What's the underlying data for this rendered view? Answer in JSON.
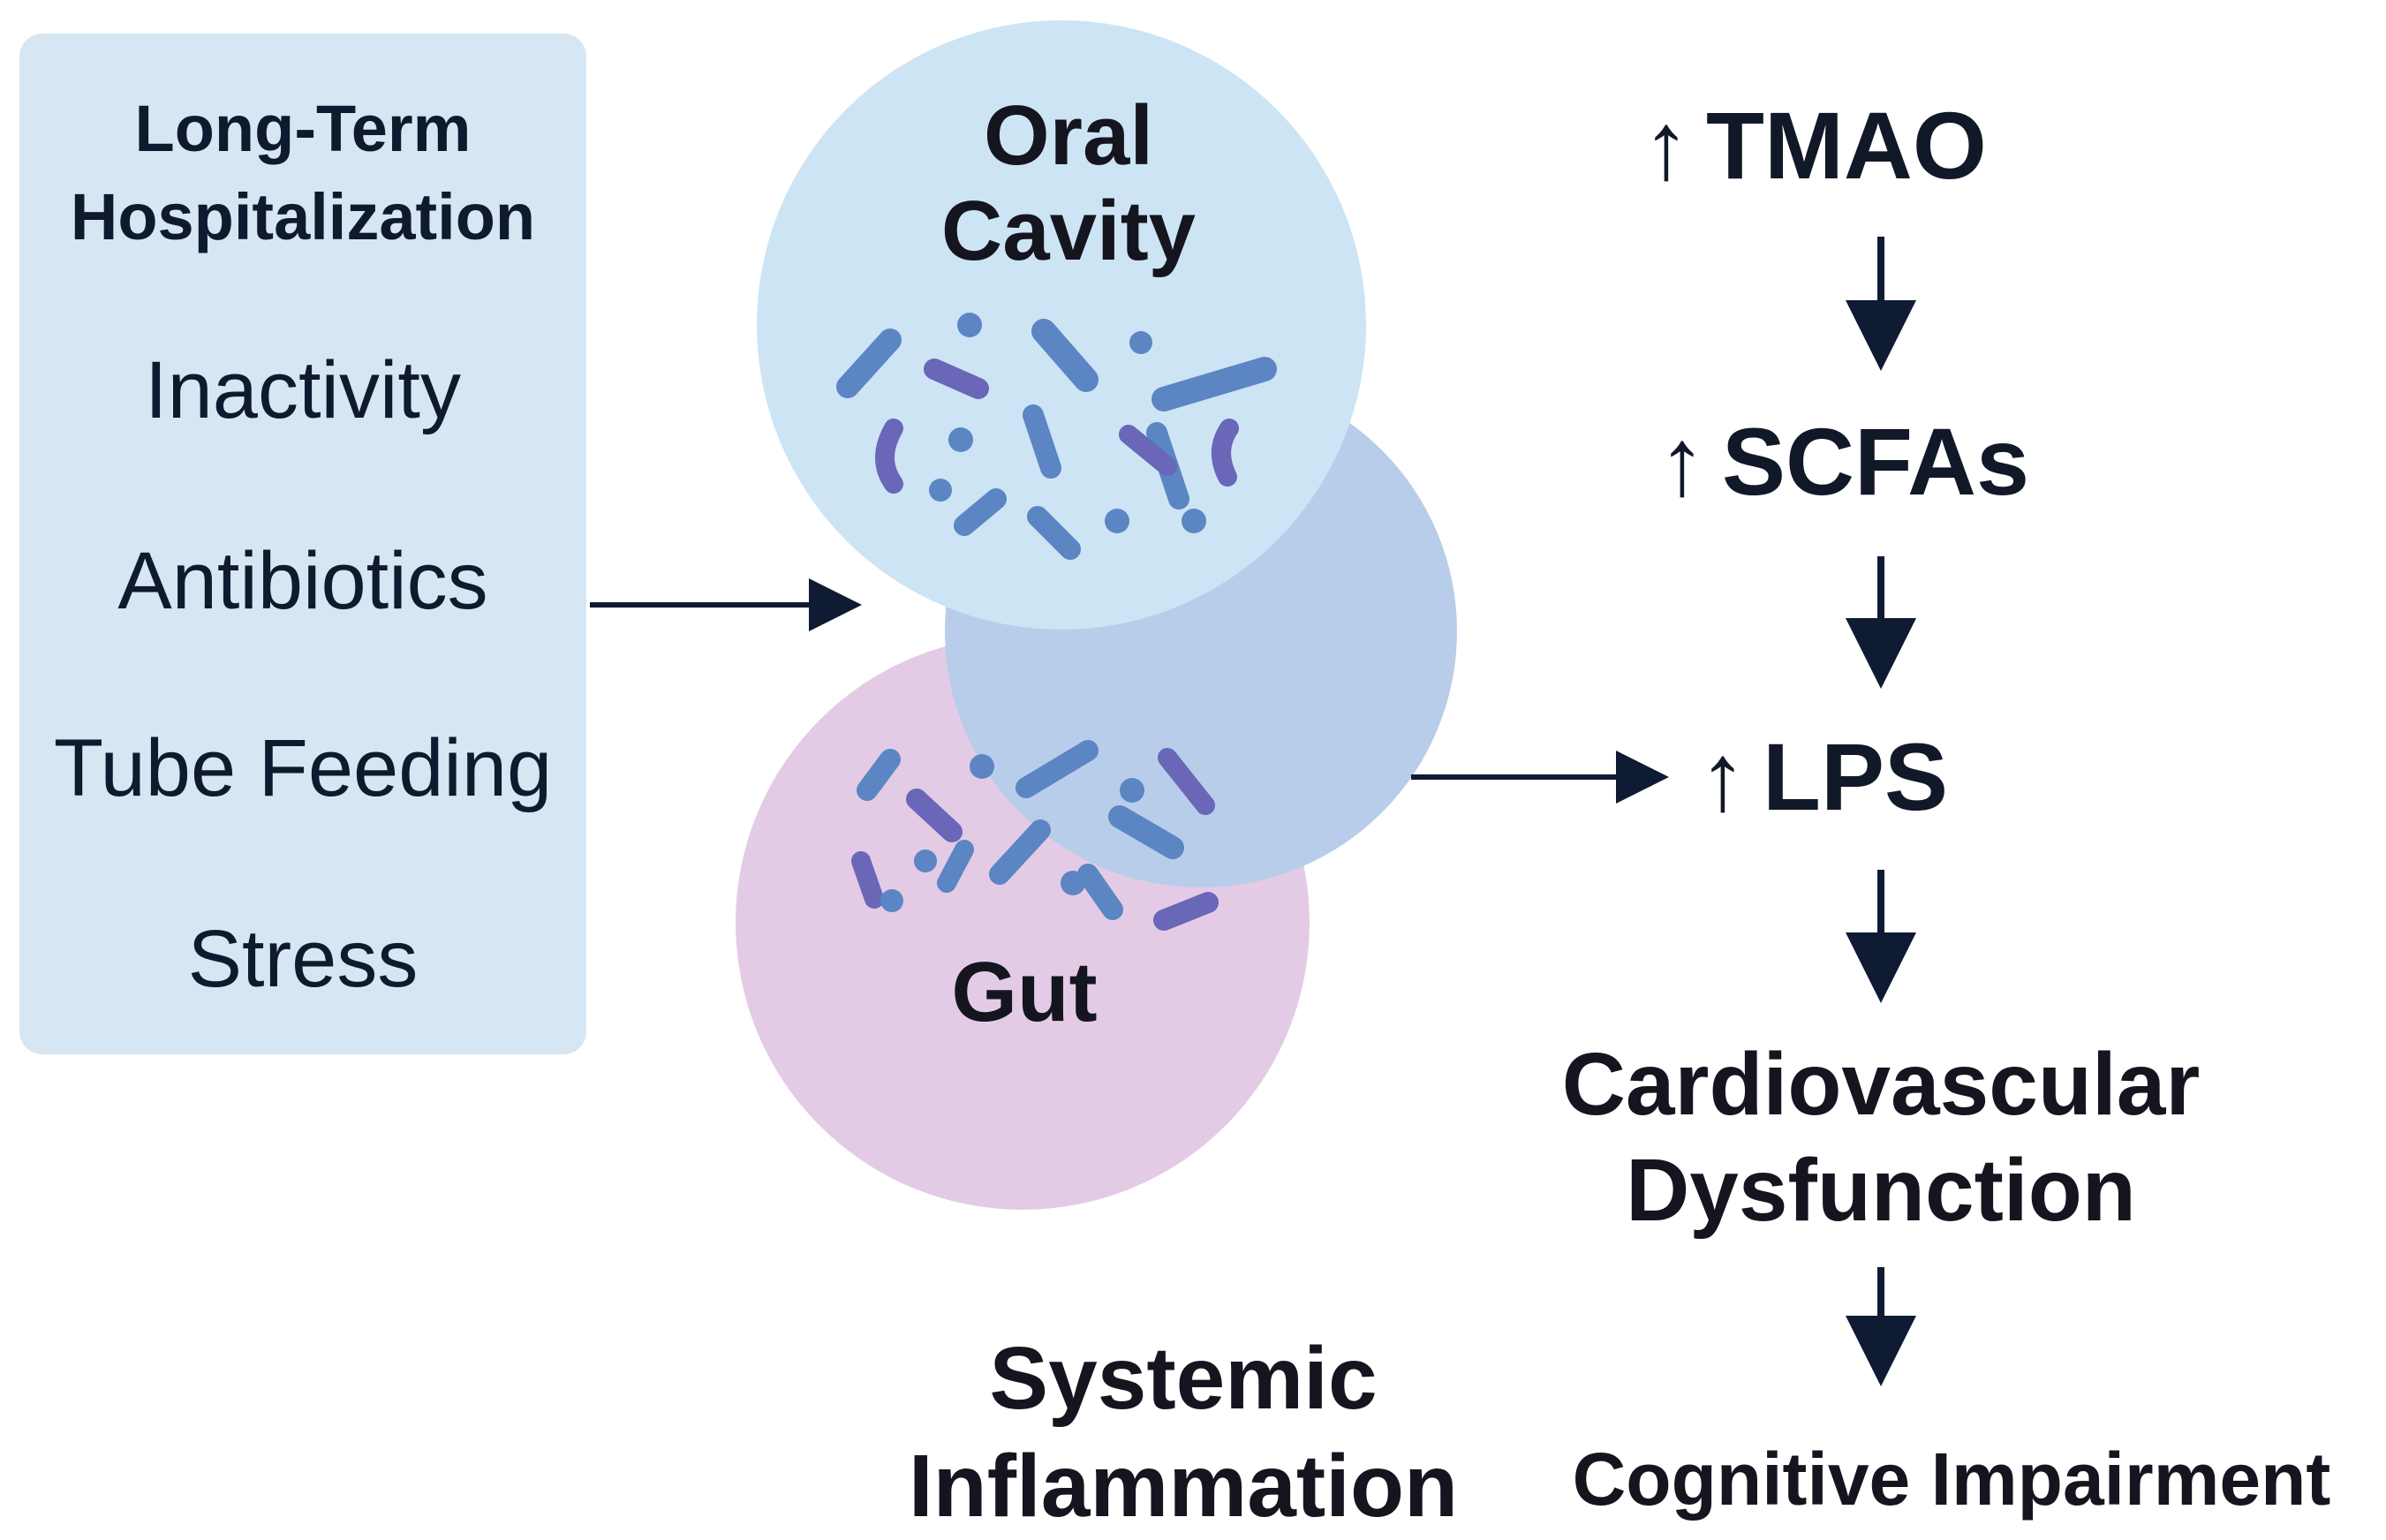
{
  "factors": {
    "title": "Long-Term\nHospitalization",
    "items": [
      "Inactivity",
      "Antibiotics",
      "Tube Feeding",
      "Stress"
    ]
  },
  "circles": {
    "oral": "Oral\nCavity",
    "gut": "Gut"
  },
  "systemic": "Systemic\nInflammation",
  "chain": {
    "tmao": {
      "arrow": "↑",
      "label": "TMAO"
    },
    "scfas": {
      "arrow": "↑",
      "label": "SCFAs"
    },
    "lps": {
      "arrow": "↑",
      "label": "LPS"
    },
    "cardio": "Cardiovascular\nDysfunction",
    "cognitive": "Cognitive Impairment"
  },
  "colors": {
    "factor_box": "#d6e6f2",
    "oral_circle": "#cde4f4",
    "gut_circle": "#e3cbe6",
    "overlap_circle": "#b7cdea",
    "arrow": "#0f1a33",
    "bacteria_blue": "#5b86c3",
    "bacteria_purple": "#6a66b8"
  }
}
